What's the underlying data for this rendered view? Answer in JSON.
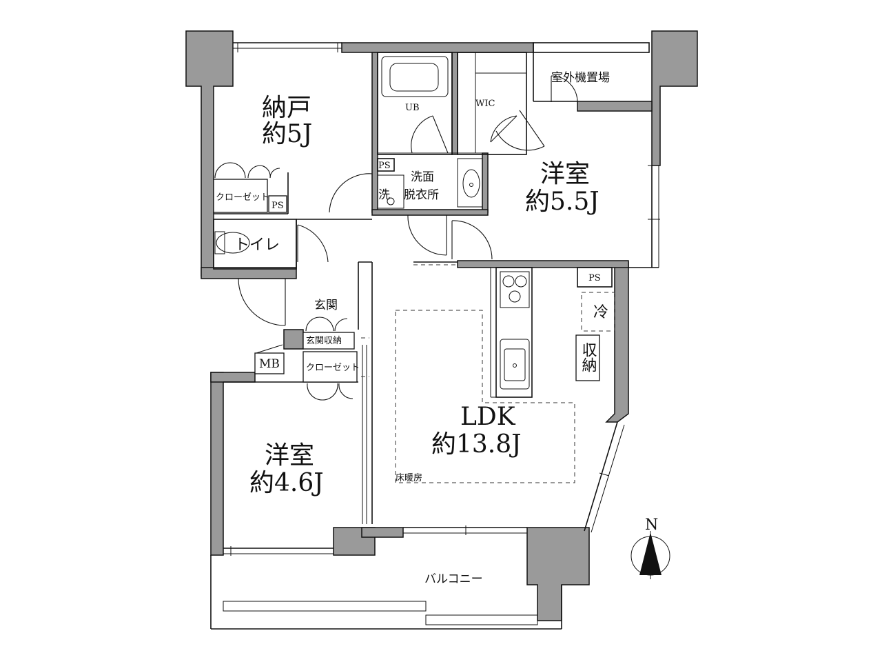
{
  "rooms": {
    "nando": {
      "name": "納戸",
      "area": "約5J"
    },
    "western_ne": {
      "name": "洋室",
      "area": "約5.5J"
    },
    "western_sw": {
      "name": "洋室",
      "area": "約4.6J"
    },
    "ldk": {
      "name": "LDK",
      "area": "約13.8J"
    }
  },
  "labels": {
    "outdoor_unit": "室外機置場",
    "ub": "UB",
    "wic": "WIC",
    "ps": "PS",
    "washroom_line1": "洗面",
    "washroom_line2": "脱衣所",
    "washer": "洗",
    "closet": "クローゼット",
    "toilet": "トイレ",
    "entrance": "玄関",
    "entrance_storage": "玄関収納",
    "mb": "MB",
    "fridge": "冷",
    "storage": "収納",
    "floor_heating": "床暖房",
    "balcony": "バルコニー",
    "north": "N"
  }
}
